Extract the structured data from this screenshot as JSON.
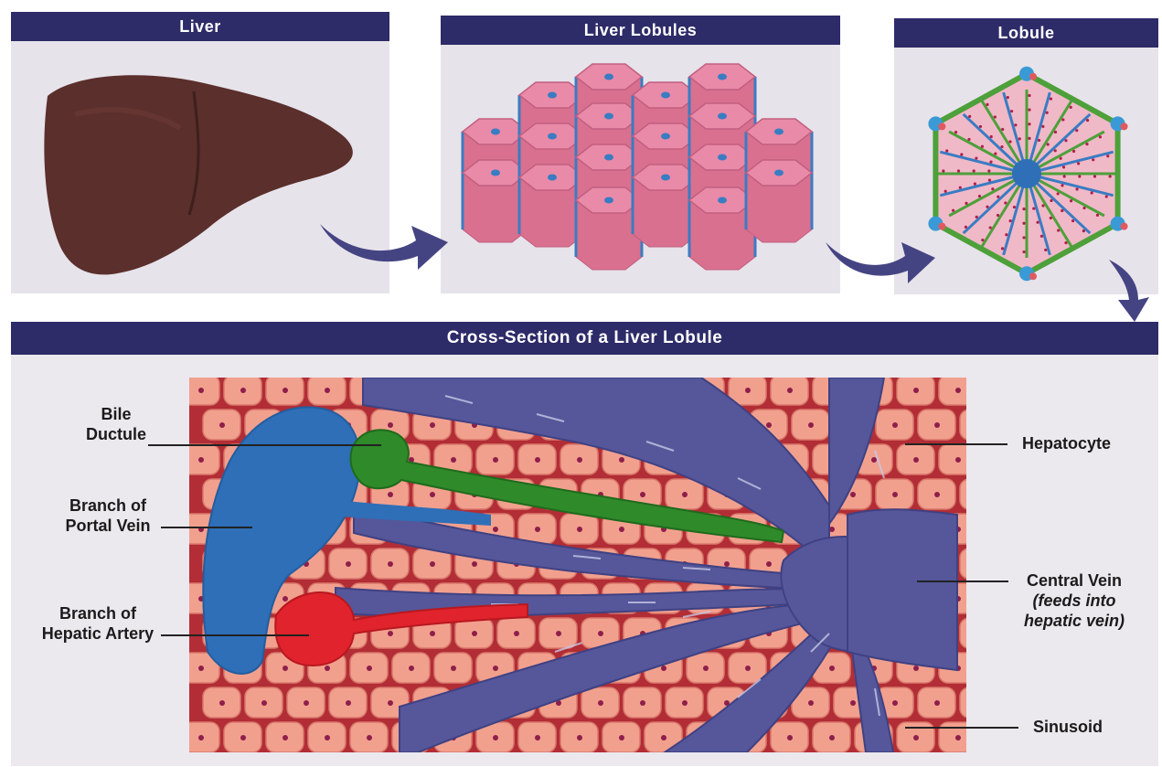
{
  "panels": {
    "liver": {
      "title": "Liver"
    },
    "lobules": {
      "title": "Liver Lobules"
    },
    "lobule": {
      "title": "Lobule"
    }
  },
  "cross_section": {
    "title": "Cross-Section of a Liver Lobule",
    "labels": {
      "bile_ductule_line1": "Bile",
      "bile_ductule_line2": "Ductule",
      "portal_vein_line1": "Branch of",
      "portal_vein_line2": "Portal Vein",
      "hepatic_artery_line1": "Branch of",
      "hepatic_artery_line2": "Hepatic Artery",
      "hepatocyte": "Hepatocyte",
      "central_vein": "Central Vein",
      "central_vein_note_line1": "(feeds into",
      "central_vein_note_line2": "hepatic vein)",
      "sinusoid": "Sinusoid"
    }
  },
  "colors": {
    "header_navy": "#2d2b68",
    "liver_brown": "#5a2f2c",
    "lobule_pink": "#e98aa8",
    "vessel_blue": "#3a7cc2",
    "bile_green": "#2f8a2a",
    "artery_red": "#d8232a",
    "cell_salmon": "#f2a08e",
    "sinus_purple": "#55579a",
    "arrow_navy": "#454483"
  }
}
